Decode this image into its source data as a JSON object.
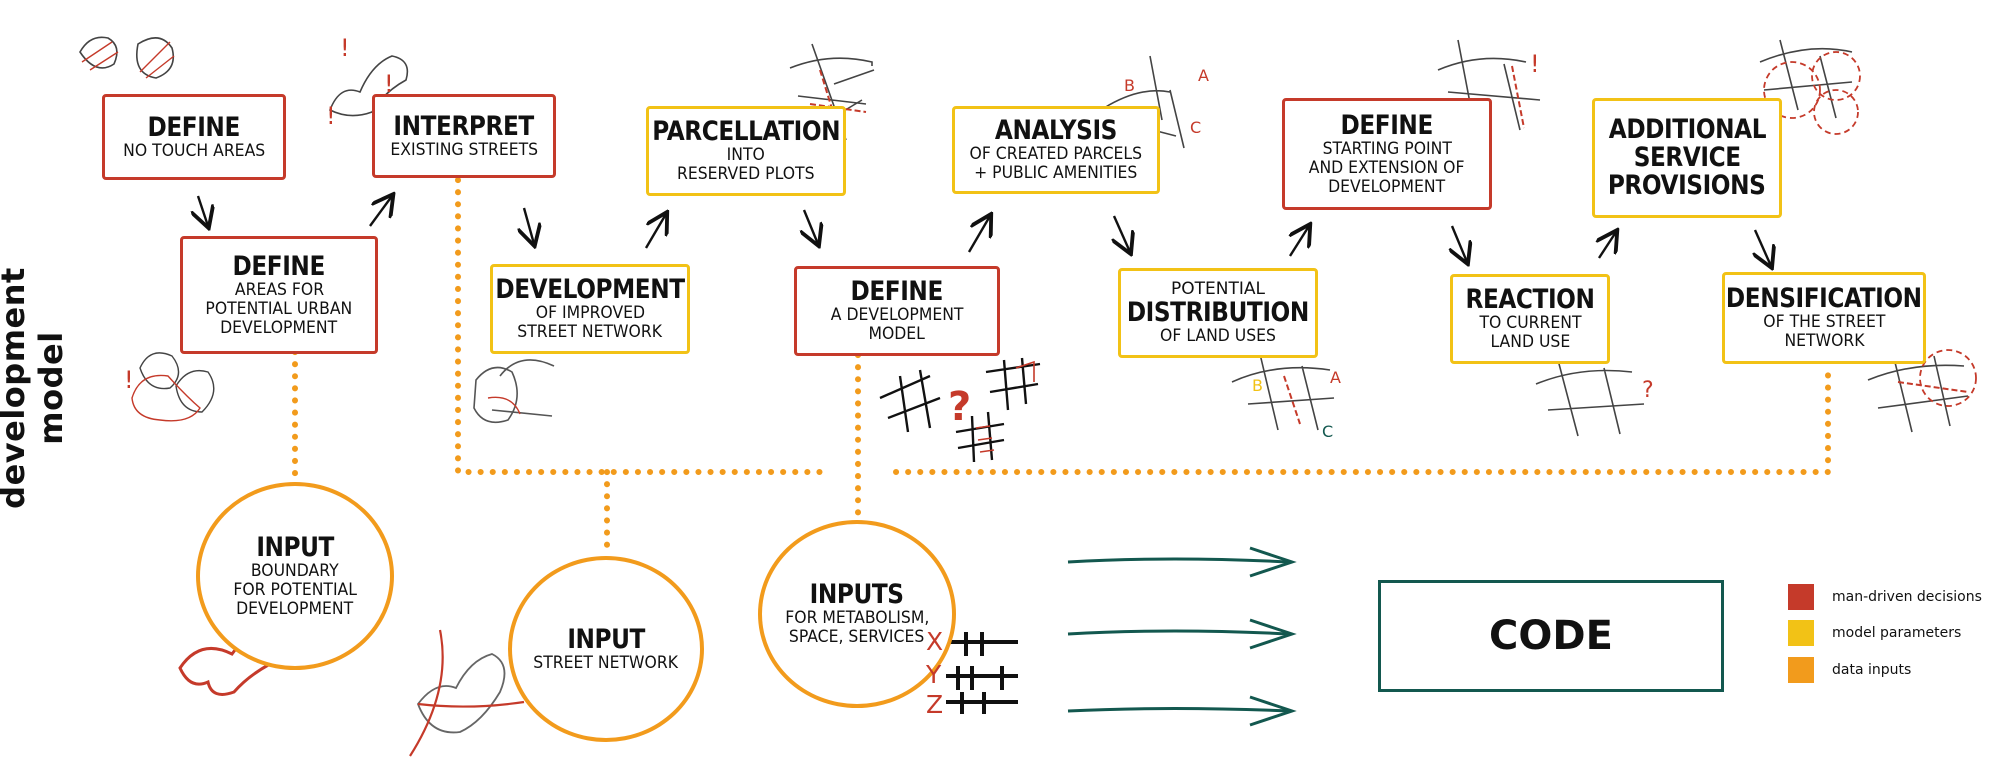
{
  "side_title": "development model",
  "colors": {
    "man_driven": "#c53a2a",
    "model_param": "#f2c216",
    "data_input": "#f29b1c",
    "code": "#13584f"
  },
  "boxes": {
    "define_no_touch": {
      "title": "DEFINE",
      "sub": "NO TOUCH AREAS"
    },
    "interpret": {
      "title": "INTERPRET",
      "sub": "EXISTING STREETS"
    },
    "define_areas": {
      "title": "DEFINE",
      "sub1": "AREAS FOR",
      "sub2": "POTENTIAL URBAN",
      "sub3": "DEVELOPMENT"
    },
    "development": {
      "title": "DEVELOPMENT",
      "sub1": "OF IMPROVED",
      "sub2": "STREET NETWORK"
    },
    "parcellation": {
      "title": "PARCELLATION",
      "sub1": "INTO",
      "sub2": "RESERVED PLOTS"
    },
    "define_model": {
      "title": "DEFINE",
      "sub1": "A DEVELOPMENT",
      "sub2": "MODEL"
    },
    "analysis": {
      "title": "ANALYSIS",
      "sub1": "OF CREATED PARCELS",
      "sub2": "+ PUBLIC AMENITIES"
    },
    "distribution": {
      "pre": "POTENTIAL",
      "title": "DISTRIBUTION",
      "sub": "OF LAND USES"
    },
    "define_start": {
      "title": "DEFINE",
      "sub1": "STARTING POINT",
      "sub2": "AND EXTENSION OF",
      "sub3": "DEVELOPMENT"
    },
    "reaction": {
      "title": "REACTION",
      "sub1": "TO CURRENT",
      "sub2": "LAND USE"
    },
    "additional": {
      "title1": "ADDITIONAL",
      "title2": "SERVICE",
      "title3": "PROVISIONS"
    },
    "densification": {
      "title": "DENSIFICATION",
      "sub1": "OF THE STREET",
      "sub2": "NETWORK"
    }
  },
  "inputs": {
    "boundary": {
      "title": "INPUT",
      "sub1": "BOUNDARY",
      "sub2": "FOR POTENTIAL",
      "sub3": "DEVELOPMENT"
    },
    "street": {
      "title": "INPUT",
      "sub": "STREET NETWORK"
    },
    "metabolism": {
      "title": "INPUTS",
      "sub1": "FOR METABOLISM,",
      "sub2": "SPACE, SERVICES"
    }
  },
  "sliders": [
    "X",
    "Y",
    "Z"
  ],
  "tags": {
    "a": "A",
    "b": "B",
    "c": "C",
    "excl": "!",
    "question": "?"
  },
  "code_label": "CODE",
  "legend": [
    {
      "label": "man-driven decisions",
      "color": "#c53a2a"
    },
    {
      "label": "model parameters",
      "color": "#f2c216"
    },
    {
      "label": "data inputs",
      "color": "#f29b1c"
    }
  ]
}
